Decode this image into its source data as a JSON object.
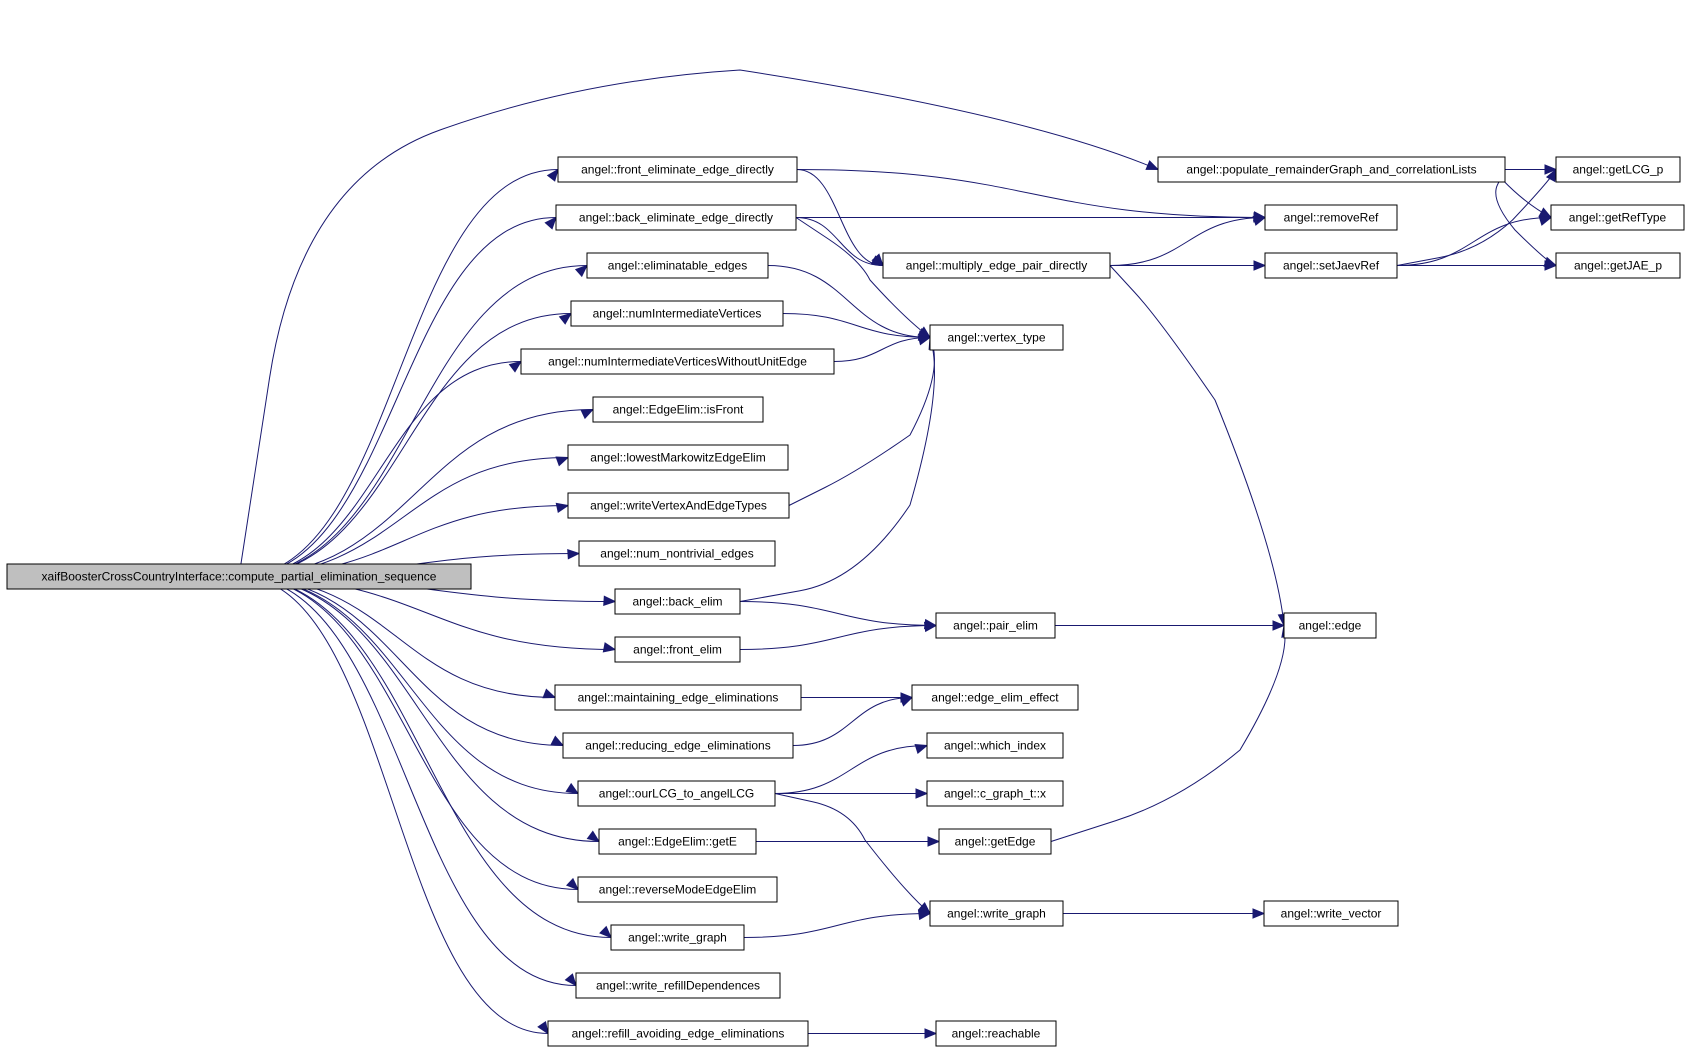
{
  "colors": {
    "edge": "#191970",
    "root_fill": "#bfbfbf",
    "node_fill": "#ffffff",
    "node_border": "#000000"
  },
  "nodes": {
    "root": "xaifBoosterCrossCountryInterface::compute_partial_elimination_sequence",
    "front_eliminate_edge_directly": "angel::front_eliminate_edge_directly",
    "back_eliminate_edge_directly": "angel::back_eliminate_edge_directly",
    "eliminatable_edges": "angel::eliminatable_edges",
    "numIntermediateVertices": "angel::numIntermediateVertices",
    "numIntermediateVerticesWithoutUnitEdge": "angel::numIntermediateVerticesWithoutUnitEdge",
    "EdgeElim_isFront": "angel::EdgeElim::isFront",
    "lowestMarkowitzEdgeElim": "angel::lowestMarkowitzEdgeElim",
    "writeVertexAndEdgeTypes": "angel::writeVertexAndEdgeTypes",
    "num_nontrivial_edges": "angel::num_nontrivial_edges",
    "back_elim": "angel::back_elim",
    "front_elim": "angel::front_elim",
    "maintaining_edge_eliminations": "angel::maintaining_edge_eliminations",
    "reducing_edge_eliminations": "angel::reducing_edge_eliminations",
    "ourLCG_to_angelLCG": "angel::ourLCG_to_angelLCG",
    "EdgeElim_getE": "angel::EdgeElim::getE",
    "reverseModeEdgeElim": "angel::reverseModeEdgeElim",
    "write_graph_a": "angel::write_graph",
    "write_refillDependences": "angel::write_refillDependences",
    "refill_avoiding_edge_eliminations": "angel::refill_avoiding_edge_eliminations",
    "populate_remainderGraph": "angel::populate_remainderGraph_and_correlationLists",
    "multiply_edge_pair_directly": "angel::multiply_edge_pair_directly",
    "vertex_type": "angel::vertex_type",
    "pair_elim": "angel::pair_elim",
    "edge_elim_effect": "angel::edge_elim_effect",
    "which_index": "angel::which_index",
    "c_graph_t_x": "angel::c_graph_t::x",
    "getEdge": "angel::getEdge",
    "write_graph_b": "angel::write_graph",
    "reachable": "angel::reachable",
    "removeRef": "angel::removeRef",
    "setJaevRef": "angel::setJaevRef",
    "edge": "angel::edge",
    "write_vector": "angel::write_vector",
    "getLCG_p": "angel::getLCG_p",
    "getRefType": "angel::getRefType",
    "getJAE_p": "angel::getJAE_p"
  },
  "edges": [
    [
      "root",
      "populate_remainderGraph"
    ],
    [
      "root",
      "front_eliminate_edge_directly"
    ],
    [
      "root",
      "back_eliminate_edge_directly"
    ],
    [
      "root",
      "eliminatable_edges"
    ],
    [
      "root",
      "numIntermediateVertices"
    ],
    [
      "root",
      "numIntermediateVerticesWithoutUnitEdge"
    ],
    [
      "root",
      "EdgeElim_isFront"
    ],
    [
      "root",
      "lowestMarkowitzEdgeElim"
    ],
    [
      "root",
      "writeVertexAndEdgeTypes"
    ],
    [
      "root",
      "num_nontrivial_edges"
    ],
    [
      "root",
      "back_elim"
    ],
    [
      "root",
      "front_elim"
    ],
    [
      "root",
      "maintaining_edge_eliminations"
    ],
    [
      "root",
      "reducing_edge_eliminations"
    ],
    [
      "root",
      "ourLCG_to_angelLCG"
    ],
    [
      "root",
      "EdgeElim_getE"
    ],
    [
      "root",
      "reverseModeEdgeElim"
    ],
    [
      "root",
      "write_graph_a"
    ],
    [
      "root",
      "write_refillDependences"
    ],
    [
      "root",
      "refill_avoiding_edge_eliminations"
    ],
    [
      "front_eliminate_edge_directly",
      "removeRef"
    ],
    [
      "front_eliminate_edge_directly",
      "multiply_edge_pair_directly"
    ],
    [
      "back_eliminate_edge_directly",
      "removeRef"
    ],
    [
      "back_eliminate_edge_directly",
      "multiply_edge_pair_directly"
    ],
    [
      "back_eliminate_edge_directly",
      "vertex_type"
    ],
    [
      "eliminatable_edges",
      "vertex_type"
    ],
    [
      "numIntermediateVertices",
      "vertex_type"
    ],
    [
      "numIntermediateVerticesWithoutUnitEdge",
      "vertex_type"
    ],
    [
      "writeVertexAndEdgeTypes",
      "vertex_type"
    ],
    [
      "back_elim",
      "vertex_type"
    ],
    [
      "back_elim",
      "pair_elim"
    ],
    [
      "front_elim",
      "pair_elim"
    ],
    [
      "maintaining_edge_eliminations",
      "edge_elim_effect"
    ],
    [
      "reducing_edge_eliminations",
      "edge_elim_effect"
    ],
    [
      "ourLCG_to_angelLCG",
      "which_index"
    ],
    [
      "ourLCG_to_angelLCG",
      "c_graph_t_x"
    ],
    [
      "ourLCG_to_angelLCG",
      "write_graph_b"
    ],
    [
      "EdgeElim_getE",
      "getEdge"
    ],
    [
      "write_graph_a",
      "write_graph_b"
    ],
    [
      "refill_avoiding_edge_eliminations",
      "reachable"
    ],
    [
      "populate_remainderGraph",
      "getLCG_p"
    ],
    [
      "populate_remainderGraph",
      "getRefType"
    ],
    [
      "populate_remainderGraph",
      "getJAE_p"
    ],
    [
      "multiply_edge_pair_directly",
      "removeRef"
    ],
    [
      "multiply_edge_pair_directly",
      "setJaevRef"
    ],
    [
      "multiply_edge_pair_directly",
      "edge"
    ],
    [
      "pair_elim",
      "edge"
    ],
    [
      "getEdge",
      "edge"
    ],
    [
      "write_graph_b",
      "write_vector"
    ],
    [
      "setJaevRef",
      "getLCG_p"
    ],
    [
      "setJaevRef",
      "getRefType"
    ],
    [
      "setJaevRef",
      "getJAE_p"
    ]
  ]
}
